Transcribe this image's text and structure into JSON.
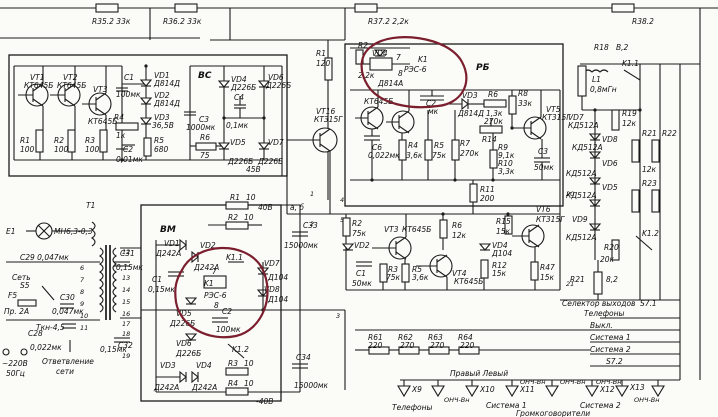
{
  "blocks": {
    "vs": "ВС",
    "rb": "РБ",
    "vm": "ВМ"
  },
  "top_strip": [
    "R35.2 33к",
    "R36.2 33к",
    "R37.2 2,2к",
    "R38.2"
  ],
  "labels": [
    {
      "id": "vt1",
      "t": "VT1"
    },
    {
      "id": "vt1t",
      "t": "КТ645Б"
    },
    {
      "id": "vt2",
      "t": "VT2"
    },
    {
      "id": "vt2t",
      "t": "КТ645Б"
    },
    {
      "id": "vt3",
      "t": "VT3"
    },
    {
      "id": "vt3t",
      "t": "КТ645Б"
    },
    {
      "id": "r1",
      "t": "R1"
    },
    {
      "id": "r1v",
      "t": "100"
    },
    {
      "id": "r2",
      "t": "R2"
    },
    {
      "id": "r2v",
      "t": "100"
    },
    {
      "id": "r3",
      "t": "R3"
    },
    {
      "id": "r3v",
      "t": "100"
    },
    {
      "id": "c1",
      "t": "C1"
    },
    {
      "id": "c1v",
      "t": "100мк"
    },
    {
      "id": "vd1",
      "t": "VD1"
    },
    {
      "id": "vd1t",
      "t": "Д814Д"
    },
    {
      "id": "vd2",
      "t": "VD2"
    },
    {
      "id": "vd2t",
      "t": "Д814Д"
    },
    {
      "id": "r4",
      "t": "R4"
    },
    {
      "id": "r4v",
      "t": "1к"
    },
    {
      "id": "vd3",
      "t": "VD3"
    },
    {
      "id": "vd3t",
      "t": "36,5В"
    },
    {
      "id": "r5",
      "t": "R5"
    },
    {
      "id": "r5v",
      "t": "680"
    },
    {
      "id": "c2",
      "t": "C2"
    },
    {
      "id": "c2v",
      "t": "0,01мк"
    },
    {
      "id": "c3",
      "t": "C3"
    },
    {
      "id": "c3v",
      "t": "1000мк"
    },
    {
      "id": "r6",
      "t": "R6"
    },
    {
      "id": "r6v",
      "t": "75"
    },
    {
      "id": "vd4",
      "t": "VD4"
    },
    {
      "id": "vd4t",
      "t": "Д226Б"
    },
    {
      "id": "vd6",
      "t": "VD6"
    },
    {
      "id": "vd6t",
      "t": "Д226Б"
    },
    {
      "id": "c4",
      "t": "C4"
    },
    {
      "id": "c4v",
      "t": "0,1мк"
    },
    {
      "id": "vd5",
      "t": "VD5"
    },
    {
      "id": "vd5t",
      "t": "Д226Б"
    },
    {
      "id": "vd7",
      "t": "VD7"
    },
    {
      "id": "vd7t",
      "t": "Д226Б"
    },
    {
      "id": "v45",
      "t": "45В"
    },
    {
      "id": "r1b",
      "t": "R1"
    },
    {
      "id": "r1bv",
      "t": "120"
    },
    {
      "id": "r2b",
      "t": "R2"
    },
    {
      "id": "r2bv",
      "t": "2,2к"
    },
    {
      "id": "vd4b",
      "t": "VD4"
    },
    {
      "id": "vd4bt",
      "t": "Д814А"
    },
    {
      "id": "k1",
      "t": "K1"
    },
    {
      "id": "k1t",
      "t": "РЭС-6"
    },
    {
      "id": "k1p7",
      "t": "7"
    },
    {
      "id": "k1p8",
      "t": "8"
    },
    {
      "id": "vt16",
      "t": "VT16"
    },
    {
      "id": "vt16t",
      "t": "КТ315Г"
    },
    {
      "id": "kt645",
      "t": "КТ645Б"
    },
    {
      "id": "c2b",
      "t": "C2"
    },
    {
      "id": "c2bv",
      "t": "мк"
    },
    {
      "id": "vd3b",
      "t": "VD3"
    },
    {
      "id": "vd3bt",
      "t": "Д814Д"
    },
    {
      "id": "r6b",
      "t": "R6"
    },
    {
      "id": "r6bv",
      "t": "1,3к"
    },
    {
      "id": "r8b",
      "t": "R8"
    },
    {
      "id": "r8bv",
      "t": "33к"
    },
    {
      "id": "vt5b",
      "t": "VT5"
    },
    {
      "id": "vt5bt",
      "t": "КТ315Г"
    },
    {
      "id": "c6b",
      "t": "C6"
    },
    {
      "id": "c6bv",
      "t": "0,022мк"
    },
    {
      "id": "r4b",
      "t": "R4"
    },
    {
      "id": "r4bv",
      "t": "3,6к"
    },
    {
      "id": "r5b",
      "t": "R5"
    },
    {
      "id": "r5bv",
      "t": "75к"
    },
    {
      "id": "r7b",
      "t": "R7"
    },
    {
      "id": "r7bv",
      "t": "270к"
    },
    {
      "id": "r14b",
      "t": "R14"
    },
    {
      "id": "r14bv",
      "t": "270к"
    },
    {
      "id": "r9b",
      "t": "R9"
    },
    {
      "id": "r9bv",
      "t": "9,1к"
    },
    {
      "id": "r10b",
      "t": "R10"
    },
    {
      "id": "r10bv",
      "t": "3,3к"
    },
    {
      "id": "c3b",
      "t": "C3"
    },
    {
      "id": "c3bv",
      "t": "50мк"
    },
    {
      "id": "r11b",
      "t": "R11"
    },
    {
      "id": "r11bv",
      "t": "200"
    },
    {
      "id": "r2c",
      "t": "R2"
    },
    {
      "id": "r2cv",
      "t": "75к"
    },
    {
      "id": "vd2c",
      "t": "VD2"
    },
    {
      "id": "vt3c",
      "t": "VT3"
    },
    {
      "id": "vt3ct",
      "t": "КТ645Б"
    },
    {
      "id": "r6c",
      "t": "R6"
    },
    {
      "id": "r6cv",
      "t": "12к"
    },
    {
      "id": "c1c",
      "t": "C1"
    },
    {
      "id": "c1cv",
      "t": "50мк"
    },
    {
      "id": "r3c",
      "t": "R3"
    },
    {
      "id": "r3cv",
      "t": "75к"
    },
    {
      "id": "r5c",
      "t": "R5"
    },
    {
      "id": "r5cv",
      "t": "3,6к"
    },
    {
      "id": "vt4c",
      "t": "VT4"
    },
    {
      "id": "vt4ct",
      "t": "КТ645Б"
    },
    {
      "id": "vd4c",
      "t": "VD4"
    },
    {
      "id": "vd4ct",
      "t": "Д104"
    },
    {
      "id": "r12c",
      "t": "R12"
    },
    {
      "id": "r12cv",
      "t": "15к"
    },
    {
      "id": "r15c",
      "t": "R15"
    },
    {
      "id": "r15cv",
      "t": "15к"
    },
    {
      "id": "vt6c",
      "t": "VT6"
    },
    {
      "id": "vt6ct",
      "t": "КТ315Г"
    },
    {
      "id": "r47c",
      "t": "R47"
    },
    {
      "id": "r47cv",
      "t": "15к"
    },
    {
      "id": "r18",
      "t": "R18"
    },
    {
      "id": "v2",
      "t": "В,2"
    },
    {
      "id": "l1",
      "t": "L1"
    },
    {
      "id": "l1v",
      "t": "0,8мГн"
    },
    {
      "id": "k11",
      "t": "K1.1"
    },
    {
      "id": "r19",
      "t": "R19"
    },
    {
      "id": "r19v",
      "t": "12к"
    },
    {
      "id": "vd7",
      "t": "VD7"
    },
    {
      "id": "vd7t",
      "t": "КД512А"
    },
    {
      "id": "vd8",
      "t": "VD8"
    },
    {
      "id": "vd8t",
      "t": "КД512А"
    },
    {
      "id": "vd6r",
      "t": "VD6"
    },
    {
      "id": "vd6rt",
      "t": "КД512А"
    },
    {
      "id": "vd5r",
      "t": "VD5"
    },
    {
      "id": "vd5rt",
      "t": "КД512А"
    },
    {
      "id": "vd9",
      "t": "VD9"
    },
    {
      "id": "vd9t",
      "t": "КД512А"
    },
    {
      "id": "r21",
      "t": "R21"
    },
    {
      "id": "r22",
      "t": "R22"
    },
    {
      "id": "r23",
      "t": "R23"
    },
    {
      "id": "r20",
      "t": "R20"
    },
    {
      "id": "r21v",
      "t": "12к"
    },
    {
      "id": "r20v",
      "t": "20к"
    },
    {
      "id": "k12",
      "t": "K1.2"
    },
    {
      "id": "r21r",
      "t": "R21"
    },
    {
      "id": "v82",
      "t": "8,2"
    },
    {
      "id": "r1vm",
      "t": "R1"
    },
    {
      "id": "r1vmv",
      "t": "10"
    },
    {
      "id": "v40p",
      "t": "40В"
    },
    {
      "id": "r2vm",
      "t": "R2"
    },
    {
      "id": "r2vmv",
      "t": "10"
    },
    {
      "id": "vd1vm",
      "t": "VD1"
    },
    {
      "id": "vd1vmt",
      "t": "Д242А"
    },
    {
      "id": "vd2vm",
      "t": "VD2"
    },
    {
      "id": "vd2vmt",
      "t": "Д242А"
    },
    {
      "id": "k11vm",
      "t": "K1.1"
    },
    {
      "id": "k1vm",
      "t": "K1"
    },
    {
      "id": "k1vmt",
      "t": "РЭС-6"
    },
    {
      "id": "c1vm",
      "t": "C1"
    },
    {
      "id": "c1vmv",
      "t": "0,15мк"
    },
    {
      "id": "p7vm",
      "t": "7"
    },
    {
      "id": "p8vm",
      "t": "8"
    },
    {
      "id": "vd7vm",
      "t": "VD7"
    },
    {
      "id": "vd7vmt",
      "t": "Д104"
    },
    {
      "id": "vd8vm",
      "t": "VD8"
    },
    {
      "id": "vd8vmt",
      "t": "Д104"
    },
    {
      "id": "vd5vm",
      "t": "VD5"
    },
    {
      "id": "vd5vmt",
      "t": "Д226Б"
    },
    {
      "id": "c2vm",
      "t": "C2"
    },
    {
      "id": "c2vmv",
      "t": "100мк"
    },
    {
      "id": "vd6vm",
      "t": "VD6"
    },
    {
      "id": "vd6vmt",
      "t": "Д226Б"
    },
    {
      "id": "k12vm",
      "t": "K1.2"
    },
    {
      "id": "vd3vm",
      "t": "VD3"
    },
    {
      "id": "vd3vmt",
      "t": "Д242А"
    },
    {
      "id": "vd4vm",
      "t": "VD4"
    },
    {
      "id": "vd4vmt",
      "t": "Д242А"
    },
    {
      "id": "r3vm",
      "t": "R3"
    },
    {
      "id": "r3vmv",
      "t": "10"
    },
    {
      "id": "r4vm",
      "t": "R4"
    },
    {
      "id": "r4vmv",
      "t": "10"
    },
    {
      "id": "v40m",
      "t": "-40В"
    },
    {
      "id": "c33",
      "t": "C33"
    },
    {
      "id": "c33v",
      "t": "15000мк"
    },
    {
      "id": "c34",
      "t": "C34"
    },
    {
      "id": "c34v",
      "t": "15000мк"
    },
    {
      "id": "ab",
      "t": "а, б"
    },
    {
      "id": "e1",
      "t": "E1"
    },
    {
      "id": "e1t",
      "t": "МН6,3-0,3"
    },
    {
      "id": "t1",
      "t": "T1"
    },
    {
      "id": "c31",
      "t": "C31"
    },
    {
      "id": "c31v",
      "t": "0,15мк"
    },
    {
      "id": "c29",
      "t": "C29 0,047мк"
    },
    {
      "id": "set",
      "t": "Сеть"
    },
    {
      "id": "s5",
      "t": "S5"
    },
    {
      "id": "f5",
      "t": "F5"
    },
    {
      "id": "pr",
      "t": "Пр. 2А"
    },
    {
      "id": "c30",
      "t": "C30"
    },
    {
      "id": "c30v",
      "t": "0,047мк"
    },
    {
      "id": "c28",
      "t": "C28"
    },
    {
      "id": "c28v",
      "t": "0,022мк"
    },
    {
      "id": "pkn",
      "t": "Ткн-4,5"
    },
    {
      "id": "c32",
      "t": "C32"
    },
    {
      "id": "c32v",
      "t": "0,15мк"
    },
    {
      "id": "v220",
      "t": "~220В"
    },
    {
      "id": "hz",
      "t": "50Гц"
    },
    {
      "id": "otv1",
      "t": "Ответвление"
    },
    {
      "id": "otv2",
      "t": "сети"
    },
    {
      "id": "r61",
      "t": "R61"
    },
    {
      "id": "r61v",
      "t": "220"
    },
    {
      "id": "r62",
      "t": "R62"
    },
    {
      "id": "r62v",
      "t": "270"
    },
    {
      "id": "r63",
      "t": "R63"
    },
    {
      "id": "r63v",
      "t": "270"
    },
    {
      "id": "r64",
      "t": "R64"
    },
    {
      "id": "r64v",
      "t": "220"
    },
    {
      "id": "sel1",
      "t": "Селектор выходов"
    },
    {
      "id": "sel2",
      "t": "Телефоны"
    },
    {
      "id": "vykl",
      "t": "Выкл."
    },
    {
      "id": "sys1",
      "t": "Система 1"
    },
    {
      "id": "sys2",
      "t": "Система 2"
    },
    {
      "id": "s72",
      "t": "S7.2"
    },
    {
      "id": "s71",
      "t": "S7.1"
    },
    {
      "id": "pravyi",
      "t": "Правый Левый"
    },
    {
      "id": "x9",
      "t": "X9"
    },
    {
      "id": "x10",
      "t": "X10"
    },
    {
      "id": "x11",
      "t": "X11"
    },
    {
      "id": "x12",
      "t": "X12"
    },
    {
      "id": "x13",
      "t": "X13"
    },
    {
      "id": "onch1",
      "t": "ОНЧ-Вн"
    },
    {
      "id": "onch2",
      "t": "ОНЧ-Вн"
    },
    {
      "id": "onch3",
      "t": "ОНЧ-Вн"
    },
    {
      "id": "onch4",
      "t": "ОНЧ-Вн"
    },
    {
      "id": "onch5",
      "t": "ОНЧ-Вн"
    },
    {
      "id": "tel",
      "t": "Телефоны"
    },
    {
      "id": "sysb1",
      "t": "Система 1"
    },
    {
      "id": "sysb2",
      "t": "Система 2"
    },
    {
      "id": "gromk",
      "t": "Громкоговорители"
    },
    {
      "id": "n6",
      "t": "6"
    },
    {
      "id": "n7",
      "t": "7"
    },
    {
      "id": "n8",
      "t": "8"
    },
    {
      "id": "n9",
      "t": "9"
    },
    {
      "id": "n10",
      "t": "10"
    },
    {
      "id": "n11",
      "t": "11"
    },
    {
      "id": "n12",
      "t": "12"
    },
    {
      "id": "n13",
      "t": "13"
    },
    {
      "id": "n14",
      "t": "14"
    },
    {
      "id": "n15",
      "t": "15"
    },
    {
      "id": "n16",
      "t": "16"
    },
    {
      "id": "n17",
      "t": "17"
    },
    {
      "id": "n18",
      "t": "18"
    },
    {
      "id": "n19",
      "t": "19"
    },
    {
      "id": "n1",
      "t": "1"
    },
    {
      "id": "n2",
      "t": "2"
    },
    {
      "id": "n3",
      "t": "3"
    },
    {
      "id": "n4",
      "t": "4"
    },
    {
      "id": "n5",
      "t": "5"
    },
    {
      "id": "n20",
      "t": "20"
    },
    {
      "id": "n21",
      "t": "21"
    }
  ]
}
